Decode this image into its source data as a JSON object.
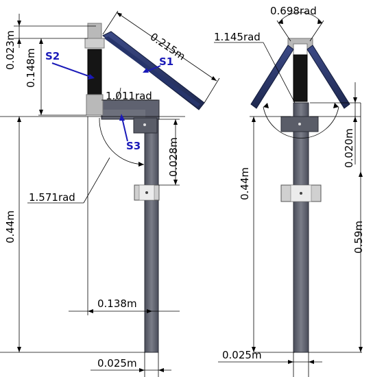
{
  "dimensions": {
    "panel_length": "0.215m",
    "upper_offset": "0.023m",
    "mast_section": "0.148m",
    "panel_tilt_angle": "1.011rad",
    "bracket_angle": "1.571rad",
    "bracket_drop": "0.028m",
    "mast_height_left": "0.44m",
    "arm_reach": "0.138m",
    "mast_width_left": "0.025m",
    "top_spread_angle": "0.698rad",
    "wing_angle": "1.145rad",
    "mast_height_right": "0.44m",
    "bracket_offset_right": "0.020m",
    "total_height_right": "0.59m",
    "mast_width_right": "0.025m"
  },
  "labels": {
    "s1": "S1",
    "s2": "S2",
    "s3": "S3"
  },
  "colors": {
    "panel_blue": "#2d3b72",
    "steel_gray": "#5f6270",
    "light_gray": "#b9b9b9",
    "label_blue": "#1a1ab8"
  }
}
